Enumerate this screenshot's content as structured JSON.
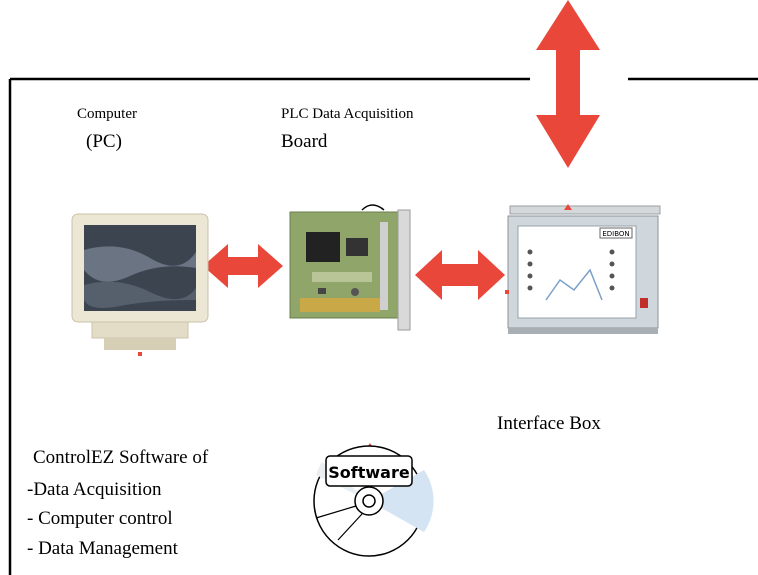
{
  "labels": {
    "computer_line1": "Computer",
    "computer_line2": "(PC)",
    "plc_line1": "PLC Data Acquisition",
    "plc_line2": "Board",
    "interface_box": "Interface Box",
    "software_title": "ControlEZ Software of",
    "software_items": [
      "-Data Acquisition",
      "- Computer control",
      "- Data Management"
    ],
    "cd_text": "Software",
    "device_brand": "EDIBON"
  },
  "icons": {
    "arrows": "double-headed-arrow",
    "pc": "crt-monitor-icon",
    "board": "pci-card-icon",
    "box": "interface-box-icon",
    "cd": "software-cd-icon"
  },
  "colors": {
    "arrow": "#e9473a",
    "frame": "#000000"
  }
}
